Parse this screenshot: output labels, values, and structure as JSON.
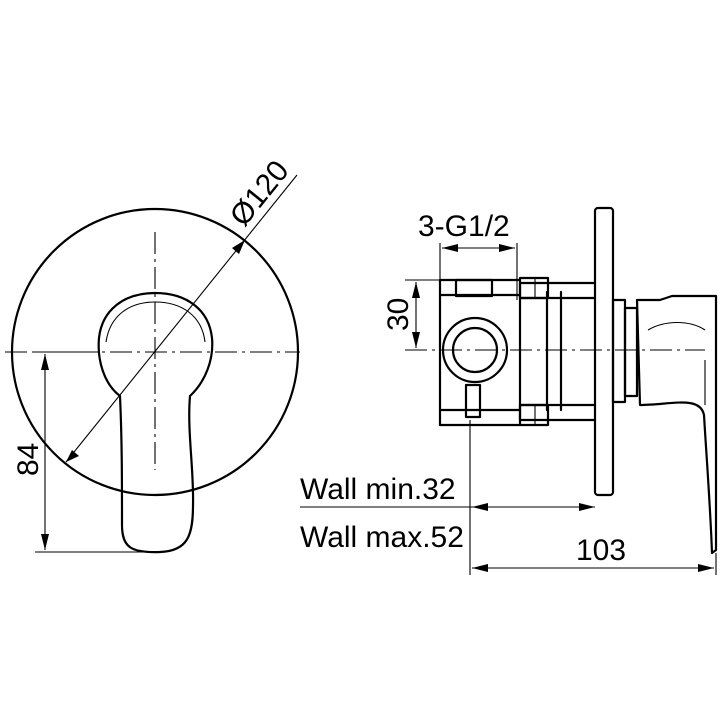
{
  "drawing": {
    "dimensions": {
      "diameter": "Ø120",
      "height": "84",
      "connection": "3-G1/2",
      "connection_height": "30",
      "wall_min": "Wall min.32",
      "wall_max": "Wall max.52",
      "depth": "103"
    }
  }
}
